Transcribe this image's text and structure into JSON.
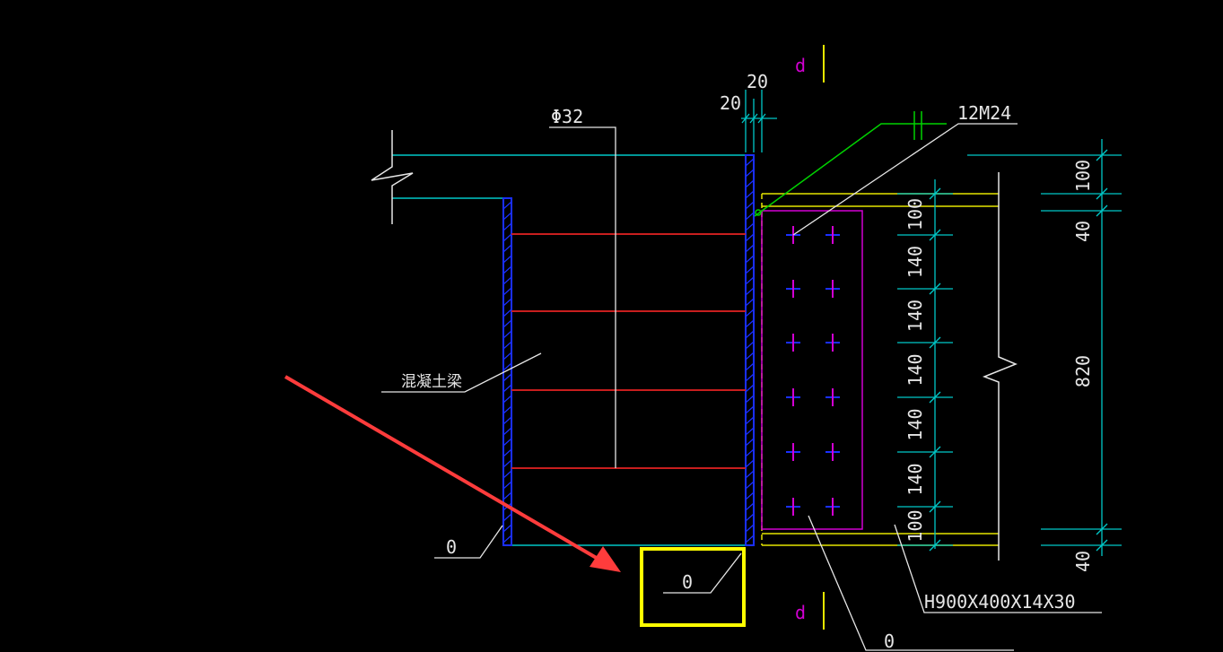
{
  "colors": {
    "background": "#000000",
    "cyan": "#00c8c8",
    "blue": "#1a2fff",
    "red": "#c81e1e",
    "white": "#e6e6e6",
    "yellow": "#e6e600",
    "magenta": "#d200d2",
    "green": "#00d200",
    "arrow": "#ff3c3c",
    "highlight": "#ffff00"
  },
  "labels": {
    "rebar": "Φ32",
    "top_dim_a": "20",
    "top_dim_b": "20",
    "bolts": "12M24",
    "concrete_beam": "混凝土梁",
    "plate_left": "0",
    "plate_bottom": "0",
    "plate_right": "0",
    "section_mark_top": "d",
    "section_mark_bottom": "d",
    "steel_section": "H900X400X14X30"
  },
  "bolt_dims": [
    "100",
    "140",
    "140",
    "140",
    "140",
    "140",
    "100"
  ],
  "beam_dims": [
    "100",
    "40",
    "820",
    "40"
  ]
}
